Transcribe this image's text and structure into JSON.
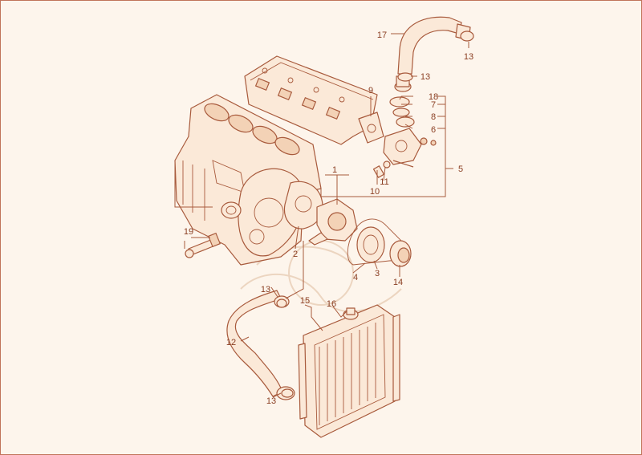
{
  "diagram": {
    "callouts": [
      {
        "id": "c1",
        "text": "1"
      },
      {
        "id": "c2",
        "text": "2"
      },
      {
        "id": "c3",
        "text": "3"
      },
      {
        "id": "c4",
        "text": "4"
      },
      {
        "id": "c5",
        "text": "5"
      },
      {
        "id": "c6",
        "text": "6"
      },
      {
        "id": "c7",
        "text": "7"
      },
      {
        "id": "c8",
        "text": "8"
      },
      {
        "id": "c9",
        "text": "9"
      },
      {
        "id": "c10",
        "text": "10"
      },
      {
        "id": "c11",
        "text": "11"
      },
      {
        "id": "c12",
        "text": "12"
      },
      {
        "id": "c13a",
        "text": "13"
      },
      {
        "id": "c13b",
        "text": "13"
      },
      {
        "id": "c13c",
        "text": "13"
      },
      {
        "id": "c13d",
        "text": "13"
      },
      {
        "id": "c14",
        "text": "14"
      },
      {
        "id": "c15",
        "text": "15"
      },
      {
        "id": "c16",
        "text": "16"
      },
      {
        "id": "c17",
        "text": "17"
      },
      {
        "id": "c18",
        "text": "18"
      },
      {
        "id": "c19",
        "text": "19"
      }
    ],
    "colors": {
      "line": "#a85a3c",
      "fill": "#fbe9d8",
      "background": "#fdf5ec",
      "text": "#8a3e22"
    }
  }
}
